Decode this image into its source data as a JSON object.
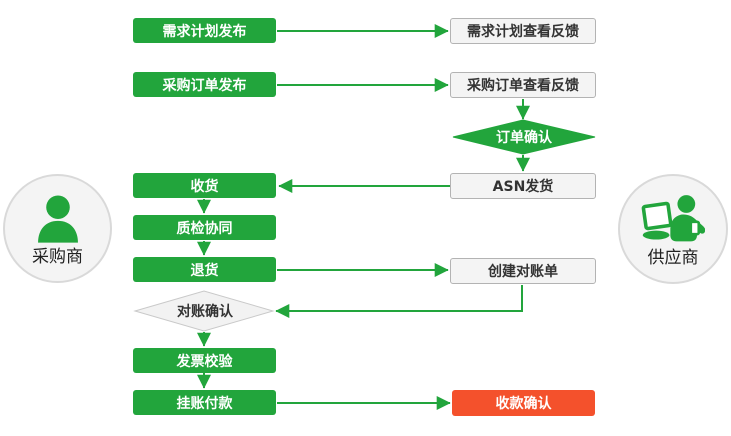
{
  "diagram": {
    "type": "flowchart",
    "description": "Procurement collaboration process between buyer and supplier"
  },
  "colors": {
    "green": "#22a53c",
    "red": "#f4512c",
    "light_box_fill": "#f4f4f4",
    "light_box_border": "#b3b3b3",
    "diamond_light_fill": "#f2f2f2",
    "text_dark": "#333333",
    "text_white": "#ffffff"
  },
  "actors": {
    "buyer": {
      "label": "采购商",
      "icon": "person-avatar-icon"
    },
    "supplier": {
      "label": "供应商",
      "icon": "person-at-computer-icon"
    }
  },
  "nodes": {
    "demand_publish": {
      "label": "需求计划发布",
      "style": "green"
    },
    "demand_feedback": {
      "label": "需求计划查看反馈",
      "style": "light"
    },
    "po_publish": {
      "label": "采购订单发布",
      "style": "green"
    },
    "po_feedback": {
      "label": "采购订单查看反馈",
      "style": "light"
    },
    "order_confirm": {
      "label": "订单确认",
      "style": "green-diamond"
    },
    "asn_ship": {
      "label": "ASN发货",
      "style": "light"
    },
    "receive": {
      "label": "收货",
      "style": "green"
    },
    "quality": {
      "label": "质检协同",
      "style": "green"
    },
    "return_goods": {
      "label": "退货",
      "style": "green"
    },
    "create_statement": {
      "label": "创建对账单",
      "style": "light"
    },
    "recon_confirm": {
      "label": "对账确认",
      "style": "light-diamond"
    },
    "invoice_check": {
      "label": "发票校验",
      "style": "green"
    },
    "payment": {
      "label": "挂账付款",
      "style": "green"
    },
    "receipt_confirm": {
      "label": "收款确认",
      "style": "red"
    }
  },
  "edges": [
    {
      "from": "demand_publish",
      "to": "demand_feedback"
    },
    {
      "from": "po_publish",
      "to": "po_feedback"
    },
    {
      "from": "po_feedback",
      "to": "order_confirm"
    },
    {
      "from": "order_confirm",
      "to": "asn_ship"
    },
    {
      "from": "asn_ship",
      "to": "receive"
    },
    {
      "from": "receive",
      "to": "quality"
    },
    {
      "from": "quality",
      "to": "return_goods"
    },
    {
      "from": "return_goods",
      "to": "create_statement"
    },
    {
      "from": "create_statement",
      "to": "recon_confirm"
    },
    {
      "from": "recon_confirm",
      "to": "invoice_check"
    },
    {
      "from": "invoice_check",
      "to": "payment"
    },
    {
      "from": "payment",
      "to": "receipt_confirm"
    }
  ]
}
